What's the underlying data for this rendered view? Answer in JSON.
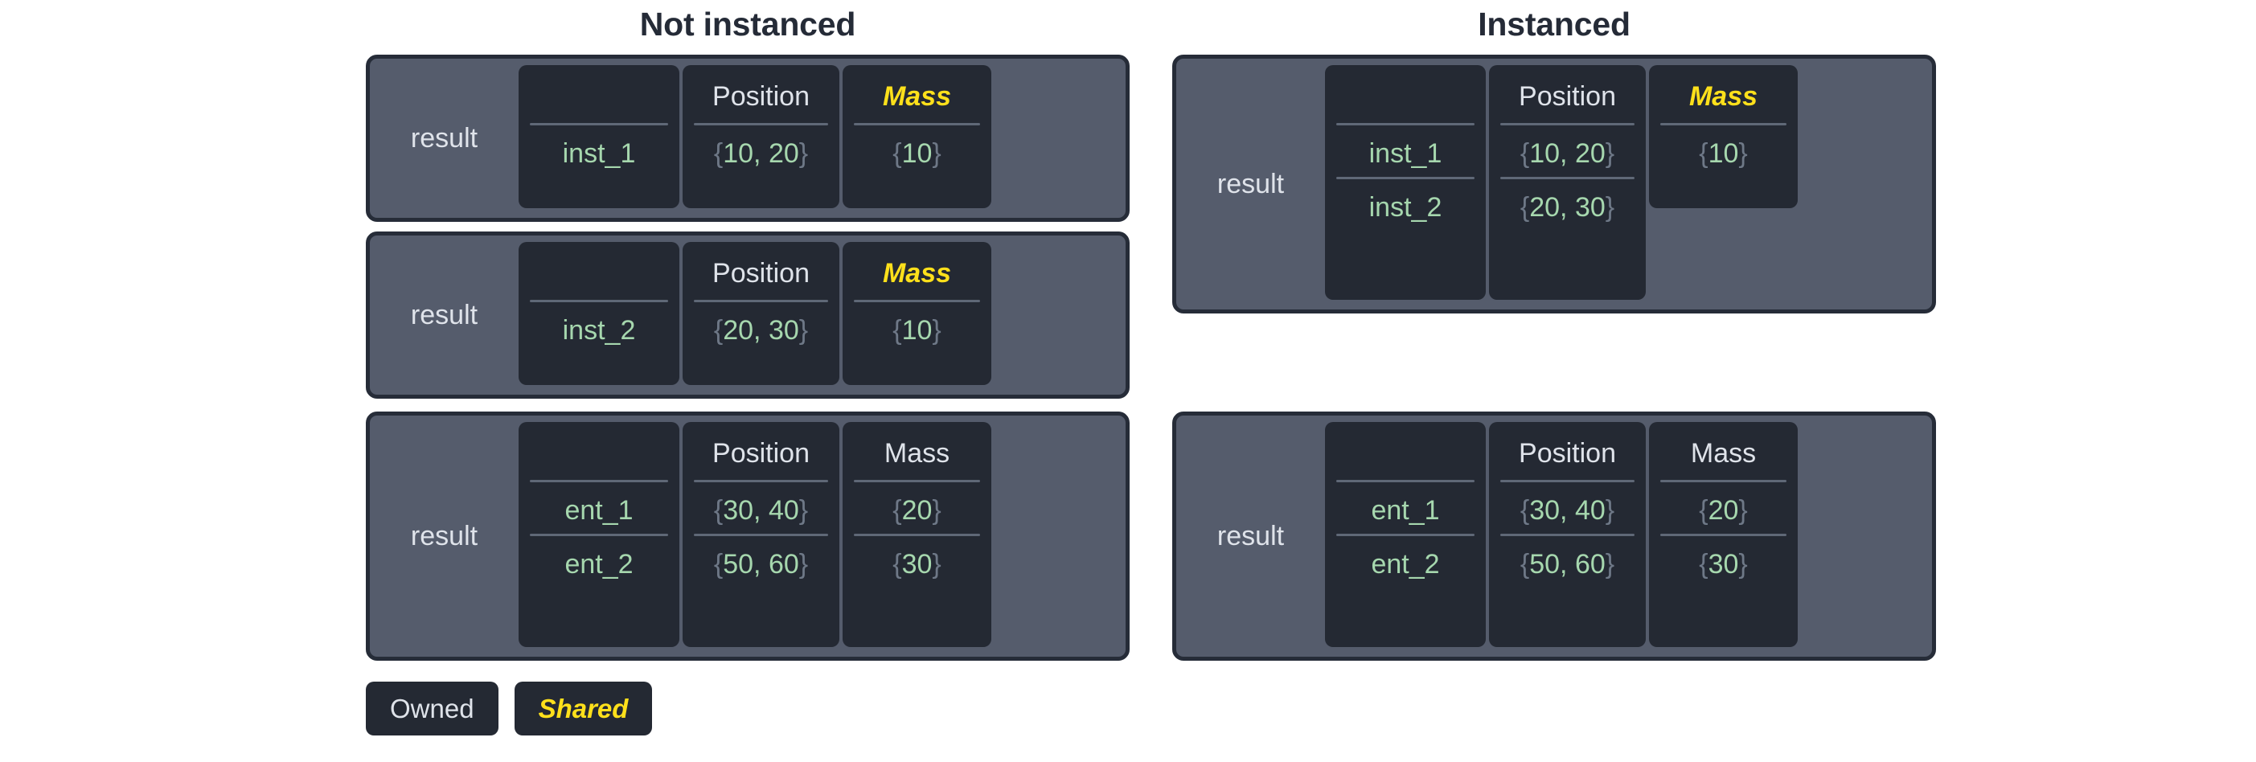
{
  "columns": {
    "left": {
      "title": "Not instanced"
    },
    "right": {
      "title": "Instanced"
    }
  },
  "labels": {
    "result": "result",
    "header_position": "Position",
    "header_mass": "Mass",
    "header_blank": ""
  },
  "legend": {
    "owned": "Owned",
    "shared": "Shared"
  },
  "colors": {
    "page_background": "#ffffff",
    "title_text": "#252b37",
    "block_background": "#555c6c",
    "block_border": "#262c38",
    "cell_background": "#242933",
    "header_text": "#dfe3ea",
    "shared_accent": "#ffe01b",
    "value_text": "#a6d7ae",
    "brace_text": "#6e7887",
    "rule_line": "#5f6877"
  },
  "tables": {
    "not_instanced": [
      {
        "result": "result",
        "headers": {
          "name": "",
          "position": "Position",
          "mass": "Mass"
        },
        "mass_shared": true,
        "rows": [
          {
            "name": "inst_1",
            "position": "{10, 20}",
            "position_values": "10, 20",
            "mass": "{10}",
            "mass_value": "10"
          }
        ]
      },
      {
        "result": "result",
        "headers": {
          "name": "",
          "position": "Position",
          "mass": "Mass"
        },
        "mass_shared": true,
        "rows": [
          {
            "name": "inst_2",
            "position": "{20, 30}",
            "position_values": "20, 30",
            "mass": "{10}",
            "mass_value": "10"
          }
        ]
      },
      {
        "result": "result",
        "headers": {
          "name": "",
          "position": "Position",
          "mass": "Mass"
        },
        "mass_shared": false,
        "rows": [
          {
            "name": "ent_1",
            "position": "{30, 40}",
            "position_values": "30, 40",
            "mass": "{20}",
            "mass_value": "20"
          },
          {
            "name": "ent_2",
            "position": "{50, 60}",
            "position_values": "50, 60",
            "mass": "{30}",
            "mass_value": "30"
          }
        ]
      }
    ],
    "instanced": [
      {
        "result": "result",
        "headers": {
          "name": "",
          "position": "Position",
          "mass": "Mass"
        },
        "mass_shared": true,
        "mass_rows": 1,
        "rows": [
          {
            "name": "inst_1",
            "position": "{10, 20}",
            "position_values": "10, 20",
            "mass": "{10}",
            "mass_value": "10"
          },
          {
            "name": "inst_2",
            "position": "{20, 30}",
            "position_values": "20, 30",
            "mass": "",
            "mass_value": ""
          }
        ]
      },
      {
        "result": "result",
        "headers": {
          "name": "",
          "position": "Position",
          "mass": "Mass"
        },
        "mass_shared": false,
        "mass_rows": 2,
        "rows": [
          {
            "name": "ent_1",
            "position": "{30, 40}",
            "position_values": "30, 40",
            "mass": "{20}",
            "mass_value": "20"
          },
          {
            "name": "ent_2",
            "position": "{50, 60}",
            "position_values": "50, 60",
            "mass": "{30}",
            "mass_value": "30"
          }
        ]
      }
    ]
  }
}
